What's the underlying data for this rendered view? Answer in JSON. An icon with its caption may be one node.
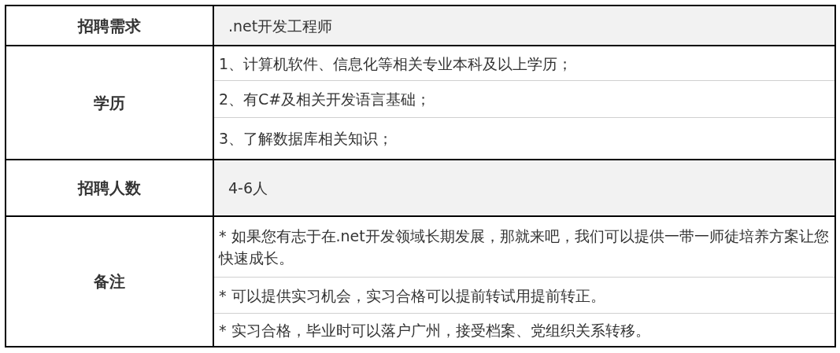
{
  "diagram": {
    "labels": [
      "招聘需求",
      ".net开发工程师",
      "学历",
      "1、计算机软件、信息化等相关专业本科及以上学历；",
      "2、有C#及相关开发语言基础；",
      "3、了解数据库相关知识；",
      "招聘人数",
      "4-6人",
      "备注",
      "*  如果您有志于在.net开发领域长期发展，那就来吧，我们可以提供一带一师徒培养方案让您快速成长。",
      "*  可以提供实习机会，实习合格可以提前转试用提前转正。",
      "*  实习合格，毕业时可以落户广州，接受档案、党组织关系转移。"
    ]
  }
}
